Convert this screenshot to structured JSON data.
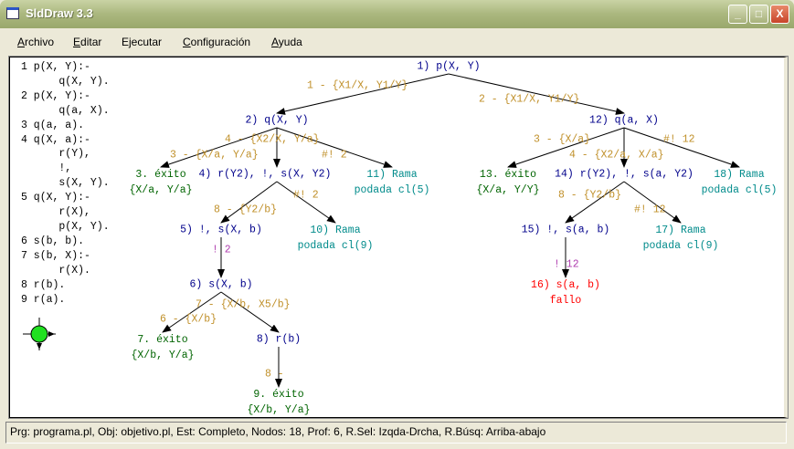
{
  "window": {
    "title": "SldDraw 3.3",
    "minimize": "_",
    "maximize": "□",
    "close": "X"
  },
  "menu": [
    {
      "key": "A",
      "rest": "rchivo"
    },
    {
      "key": "E",
      "rest": "ditar"
    },
    {
      "key": "",
      "rest": "Ejecutar"
    },
    {
      "key": "C",
      "rest": "onfiguración"
    },
    {
      "key": "A",
      "rest": "yuda"
    }
  ],
  "program_listing": [
    "1 p(X, Y):-",
    "      q(X, Y).",
    "2 p(X, Y):-",
    "      q(a, X).",
    "3 q(a, a).",
    "4 q(X, a):-",
    "      r(Y),",
    "      !,",
    "      s(X, Y).",
    "5 q(X, Y):-",
    "      r(X),",
    "      p(X, Y).",
    "6 s(b, b).",
    "7 s(b, X):-",
    "      r(X).",
    "8 r(b).",
    "9 r(a)."
  ],
  "colors": {
    "goal": "#00008b",
    "success": "#006400",
    "pruned": "#008b8b",
    "failure": "#ff0000",
    "edge_label": "#c0902a",
    "cut_label": "#b040b0"
  },
  "tree": {
    "nodes": [
      {
        "id": "n1",
        "type": "goal",
        "lines": [
          "1) p(X, Y)"
        ]
      },
      {
        "id": "n2",
        "type": "goal",
        "lines": [
          "2) q(X, Y)"
        ]
      },
      {
        "id": "n12",
        "type": "goal",
        "lines": [
          "12) q(a, X)"
        ]
      },
      {
        "id": "n3",
        "type": "success",
        "lines": [
          "3. éxito",
          "{X/a, Y/a}"
        ]
      },
      {
        "id": "n4",
        "type": "goal",
        "lines": [
          "4) r(Y2), !, s(X, Y2)"
        ]
      },
      {
        "id": "n11",
        "type": "pruned",
        "lines": [
          "11) Rama",
          "podada cl(5)"
        ]
      },
      {
        "id": "n13",
        "type": "success",
        "lines": [
          "13. éxito",
          "{X/a, Y/Y}"
        ]
      },
      {
        "id": "n14",
        "type": "goal",
        "lines": [
          "14) r(Y2), !, s(a, Y2)"
        ]
      },
      {
        "id": "n18",
        "type": "pruned",
        "lines": [
          "18) Rama",
          "podada cl(5)"
        ]
      },
      {
        "id": "n5",
        "type": "goal",
        "lines": [
          "5) !, s(X, b)"
        ]
      },
      {
        "id": "n10",
        "type": "pruned",
        "lines": [
          "10) Rama",
          "podada cl(9)"
        ]
      },
      {
        "id": "n15",
        "type": "goal",
        "lines": [
          "15) !, s(a, b)"
        ]
      },
      {
        "id": "n17",
        "type": "pruned",
        "lines": [
          "17) Rama",
          "podada cl(9)"
        ]
      },
      {
        "id": "n6",
        "type": "goal",
        "lines": [
          "6) s(X, b)"
        ]
      },
      {
        "id": "n16",
        "type": "failure",
        "lines": [
          "16) s(a, b)",
          "fallo"
        ]
      },
      {
        "id": "n7",
        "type": "success",
        "lines": [
          "7. éxito",
          "{X/b, Y/a}"
        ]
      },
      {
        "id": "n8",
        "type": "goal",
        "lines": [
          "8) r(b)"
        ]
      },
      {
        "id": "n9",
        "type": "success",
        "lines": [
          "9. éxito",
          "{X/b, Y/a}"
        ]
      }
    ],
    "edges": [
      {
        "from": "n1",
        "to": "n2",
        "label": "1 - {X1/X, Y1/Y}",
        "kind": "edge"
      },
      {
        "from": "n1",
        "to": "n12",
        "label": "2 - {X1/X, Y1/Y}",
        "kind": "edge"
      },
      {
        "from": "n2",
        "to": "n3",
        "label": "3 - {X/a, Y/a}",
        "kind": "edge"
      },
      {
        "from": "n2",
        "to": "n4",
        "label": "4 - {X2/X, Y/a}",
        "kind": "edge"
      },
      {
        "from": "n2",
        "to": "n11",
        "label": "#! 2",
        "kind": "edge"
      },
      {
        "from": "n12",
        "to": "n13",
        "label": "3 - {X/a}",
        "kind": "edge"
      },
      {
        "from": "n12",
        "to": "n14",
        "label": "4 - {X2/a, X/a}",
        "kind": "edge"
      },
      {
        "from": "n12",
        "to": "n18",
        "label": "#! 12",
        "kind": "edge"
      },
      {
        "from": "n4",
        "to": "n5",
        "label": "8 - {Y2/b}",
        "kind": "edge"
      },
      {
        "from": "n4",
        "to": "n10",
        "label": "#! 2",
        "kind": "edge"
      },
      {
        "from": "n14",
        "to": "n15",
        "label": "8 - {Y2/b}",
        "kind": "edge"
      },
      {
        "from": "n14",
        "to": "n17",
        "label": "#! 12",
        "kind": "edge"
      },
      {
        "from": "n5",
        "to": "n6",
        "label": "! 2",
        "kind": "cut"
      },
      {
        "from": "n15",
        "to": "n16",
        "label": "! 12",
        "kind": "cut"
      },
      {
        "from": "n6",
        "to": "n7",
        "label": "6 - {X/b}",
        "kind": "edge"
      },
      {
        "from": "n6",
        "to": "n8",
        "label": "7 - {X/b, X5/b}",
        "kind": "edge"
      },
      {
        "from": "n8",
        "to": "n9",
        "label": "8 -",
        "kind": "edge"
      }
    ]
  },
  "status": "Prg: programa.pl, Obj: objetivo.pl, Est: Completo, Nodos: 18, Prof: 6, R.Sel: Izqda-Drcha, R.Búsq: Arriba-abajo"
}
